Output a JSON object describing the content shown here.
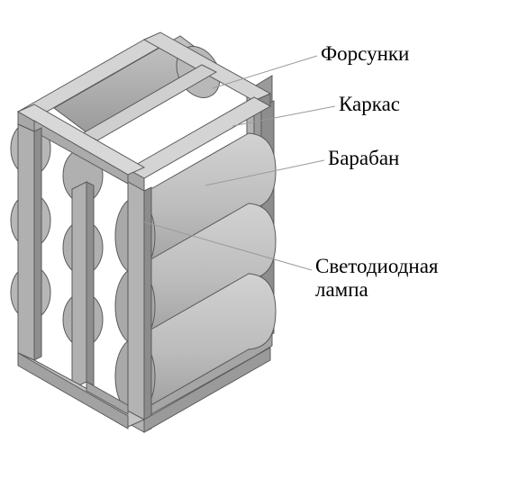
{
  "labels": {
    "nozzles": "Форсунки",
    "frame": "Каркас",
    "drum": "Барабан",
    "led_line1": "Светодиодная",
    "led_line2": "лампа"
  },
  "colors": {
    "frame_top": "#d4d4d4",
    "frame_front": "#ababab",
    "frame_side": "#8c8c8c",
    "drum_body": "#bdbdbd",
    "drum_cap": "#a9a9a9",
    "leader_line": "#9a9a9a",
    "edge": "#5a5a5a"
  }
}
